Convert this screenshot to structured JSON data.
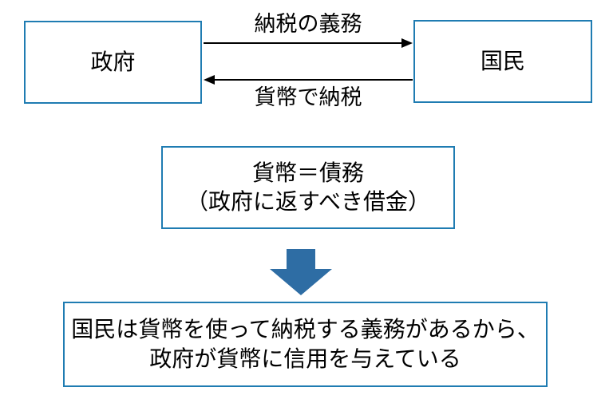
{
  "colors": {
    "box_border": "#1f7cb2",
    "down_arrow_fill": "#2e6da4",
    "arrow_line": "#000000",
    "text": "#000000",
    "background": "#ffffff"
  },
  "flow": {
    "government_label": "政府",
    "citizens_label": "国民",
    "top_arrow_label": "納税の義務",
    "bottom_arrow_label": "貨幣で納税"
  },
  "definition_box": {
    "line1": "貨幣＝債務",
    "line2": "（政府に返すべき借金）"
  },
  "conclusion_box": {
    "line1": "国民は貨幣を使って納税する義務があるから、",
    "line2": "政府が貨幣に信用を与えている"
  },
  "icons": {
    "down_arrow": "thick-down-arrow"
  }
}
